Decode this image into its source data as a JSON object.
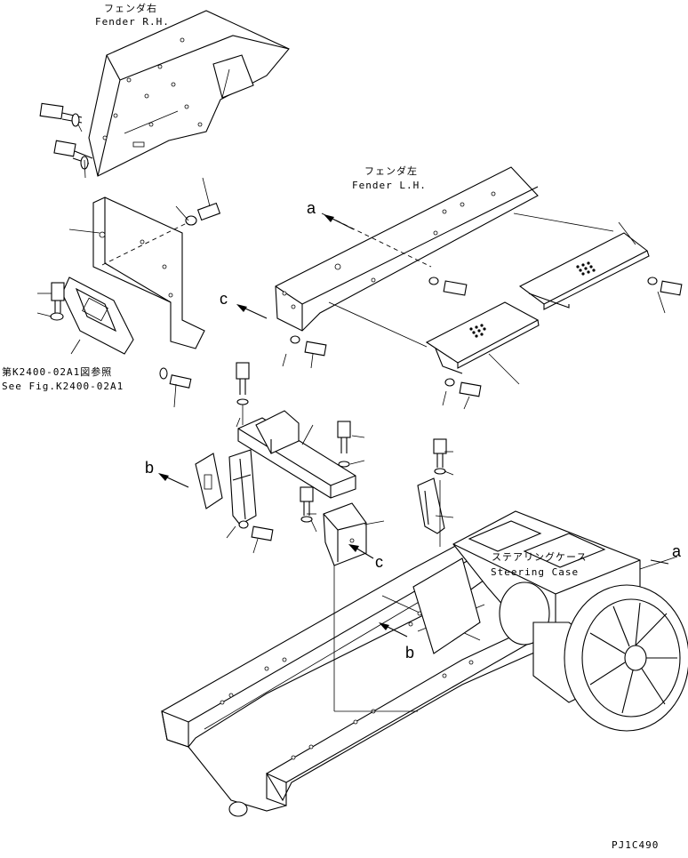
{
  "labels": {
    "fender_rh_jp": "フェンダ右",
    "fender_rh_en": "Fender R.H.",
    "fender_lh_jp": "フェンダ左",
    "fender_lh_en": "Fender L.H.",
    "see_fig_jp": "第K2400-02A1図参照",
    "see_fig_en": "See Fig.K2400-02A1",
    "steering_jp": "ステアリングケース",
    "steering_en": "Steering Case",
    "drawing_code": "PJ1C490"
  },
  "callouts": {
    "a_left": "a",
    "a_right": "a",
    "b_left": "b",
    "b_lower": "b",
    "c_upper": "c",
    "c_lower": "c"
  }
}
